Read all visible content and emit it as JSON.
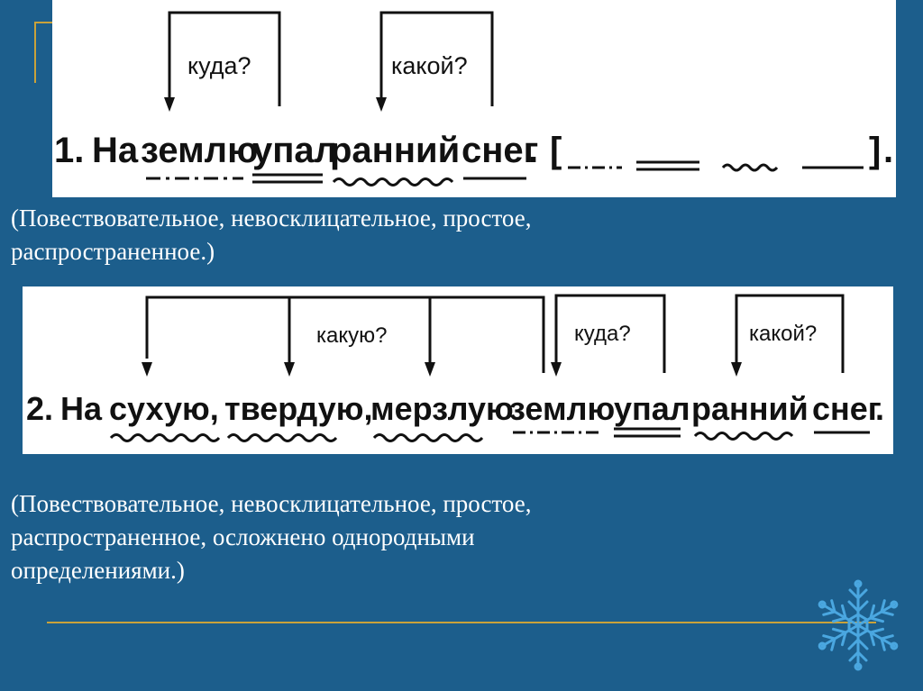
{
  "sentence1": {
    "number": "1.",
    "words": [
      "На",
      "землю",
      "упал",
      "ранний",
      "снег"
    ],
    "end": ".",
    "questions": [
      "куда?",
      "какой?"
    ],
    "scheme_open": "[",
    "scheme_close": "]",
    "scheme_end": "."
  },
  "description1": {
    "lines": [
      "(Повествовательное, невосклицательное, простое,",
      "распространенное.)"
    ]
  },
  "sentence2": {
    "number": "2.",
    "words": [
      "На",
      "сухую,",
      "твердую,",
      "мерзлую",
      "землю",
      "упал",
      "ранний",
      "снег"
    ],
    "end": ".",
    "questions": [
      "какую?",
      "куда?",
      "какой?"
    ]
  },
  "description2": {
    "lines": [
      "(Повествовательное, невосклицательное, простое,",
      "распространенное, осложнено однородными",
      "определениями.)"
    ]
  },
  "colors": {
    "background": "#1c5e8c",
    "accent_gold": "#c9a23a",
    "snowflake": "#4aa7e0"
  },
  "icons": [
    "snowflake-icon"
  ]
}
